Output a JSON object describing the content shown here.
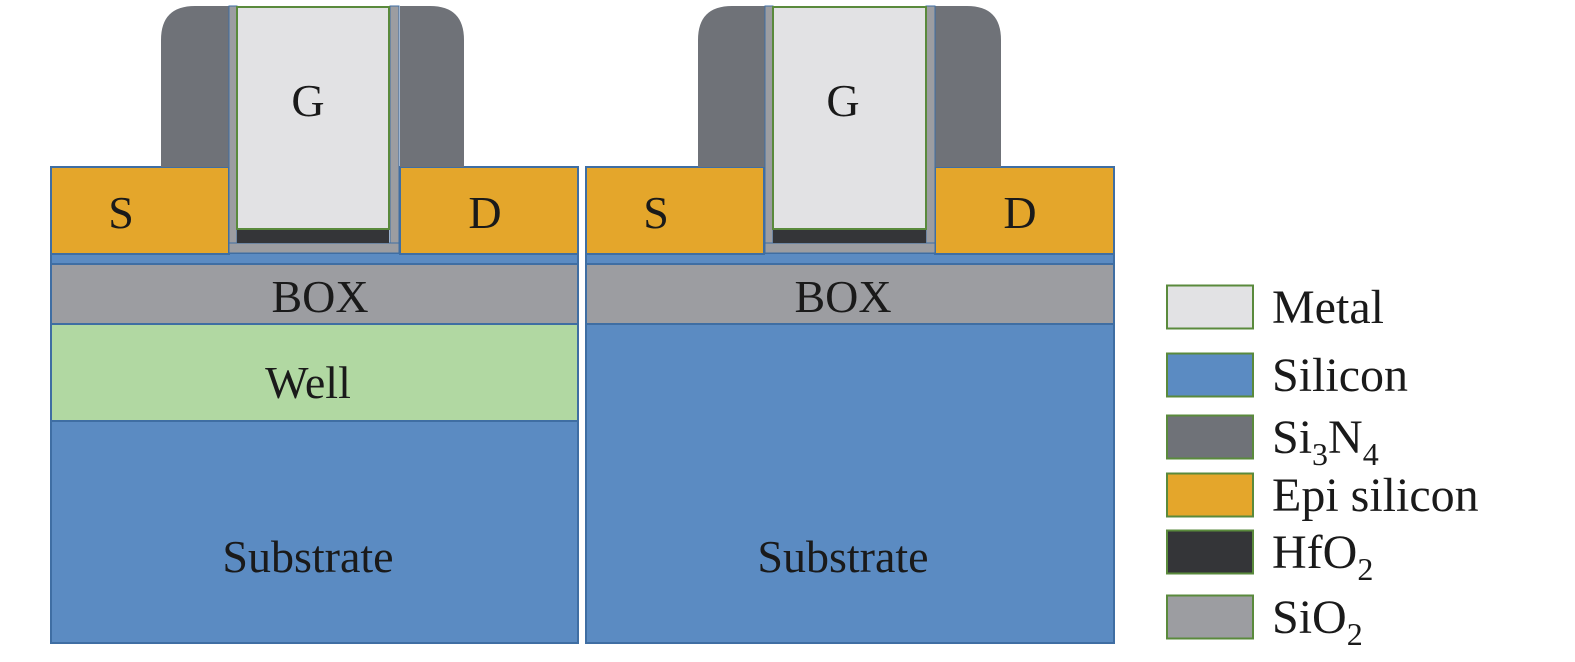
{
  "colors": {
    "metal": "#e2e2e4",
    "silicon": "#5b8bc2",
    "si3n4": "#6f7278",
    "epi_silicon": "#e4a62b",
    "hfo2": "#343538",
    "sio2": "#9c9da1",
    "well": "#b1d8a2",
    "outline_blue": "#3f6ea3",
    "outline_green": "#5a8a3c"
  },
  "devices": [
    {
      "gate": "G",
      "source": "S",
      "drain": "D",
      "box": "BOX",
      "well": "Well",
      "substrate": "Substrate"
    },
    {
      "gate": "G",
      "source": "S",
      "drain": "D",
      "box": "BOX",
      "substrate": "Substrate"
    }
  ],
  "legend": [
    {
      "name": "metal",
      "label": "Metal",
      "sub_parts": []
    },
    {
      "name": "silicon",
      "label": "Silicon",
      "sub_parts": []
    },
    {
      "name": "si3n4",
      "label": "Si",
      "sub_parts": [
        [
          "3",
          "N"
        ],
        [
          "4",
          ""
        ]
      ]
    },
    {
      "name": "epi_silicon",
      "label": "Epi silicon",
      "sub_parts": []
    },
    {
      "name": "hfo2",
      "label": "HfO",
      "sub_parts": [
        [
          "2",
          ""
        ]
      ]
    },
    {
      "name": "sio2",
      "label": "SiO",
      "sub_parts": [
        [
          "2",
          ""
        ]
      ]
    }
  ]
}
